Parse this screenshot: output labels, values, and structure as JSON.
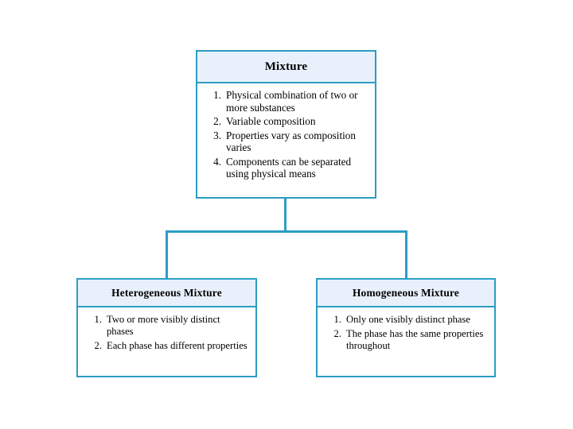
{
  "diagram": {
    "type": "hierarchy-tree",
    "accent_color": "#2b9dc4",
    "header_fill": "#e8f1fb",
    "body_fill": "#ffffff",
    "background": "#ffffff",
    "root": {
      "title": "Mixture",
      "items": [
        {
          "num": "1.",
          "text": "Physical combination of two or more substances"
        },
        {
          "num": "2.",
          "text": "Variable composition"
        },
        {
          "num": "3.",
          "text": "Properties vary as composition varies"
        },
        {
          "num": "4.",
          "text": "Components can be separated using physical means"
        }
      ]
    },
    "children": [
      {
        "title": "Heterogeneous Mixture",
        "items": [
          {
            "num": "1.",
            "text": "Two or more visibly distinct phases"
          },
          {
            "num": "2.",
            "text": "Each phase has different properties"
          }
        ]
      },
      {
        "title": "Homogeneous Mixture",
        "items": [
          {
            "num": "1.",
            "text": "Only one visibly distinct phase"
          },
          {
            "num": "2.",
            "text": "The phase has the same properties throughout"
          }
        ]
      }
    ]
  }
}
